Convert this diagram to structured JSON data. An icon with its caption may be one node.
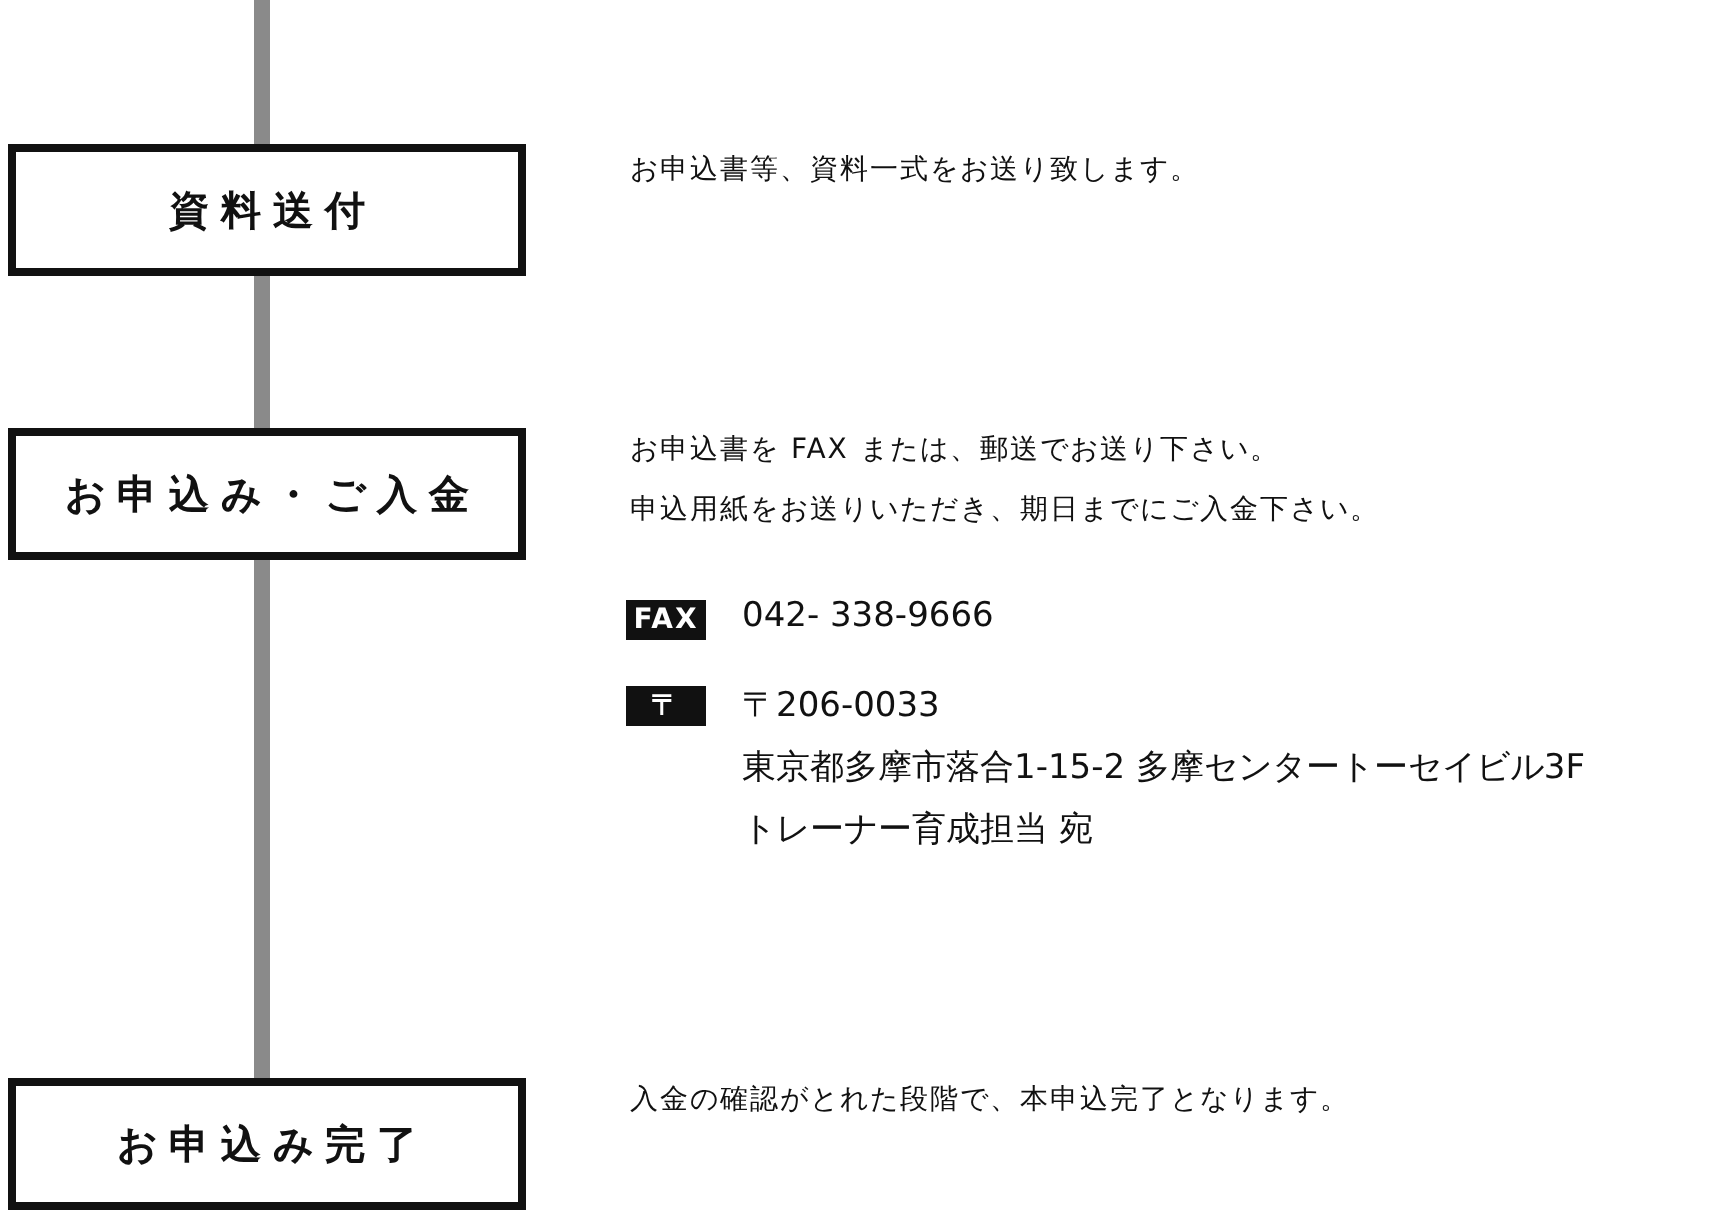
{
  "diagram": {
    "nodes": [
      {
        "text": [
          "資料送付"
        ],
        "beside": [
          "お申込書等、資料一式をお送り致します。"
        ]
      },
      {
        "text": [
          "お申込み・ご入金"
        ],
        "beside": [
          "お申込書を FAX または、郵送でお送り下さい。",
          "申込用紙をお送りいただき、期日までにご入金下さい。"
        ]
      },
      {
        "text": [
          "お申込み完了"
        ],
        "beside": [
          "入金の確認がとれた段階で、本申込完了となります。"
        ]
      }
    ],
    "edges": [
      {
        "from": null,
        "to": 0,
        "arrow": "none"
      },
      {
        "from": 0,
        "to": 1,
        "arrow": "none"
      },
      {
        "from": 1,
        "to": 2,
        "arrow": "none"
      }
    ],
    "labels": [
      "FAX",
      "042- 338-9666",
      "〒",
      "〒206-0033",
      "東京都多摩市落合1-15-2 多摩センタートーセイビル3F",
      "トレーナー育成担当 宛"
    ]
  }
}
